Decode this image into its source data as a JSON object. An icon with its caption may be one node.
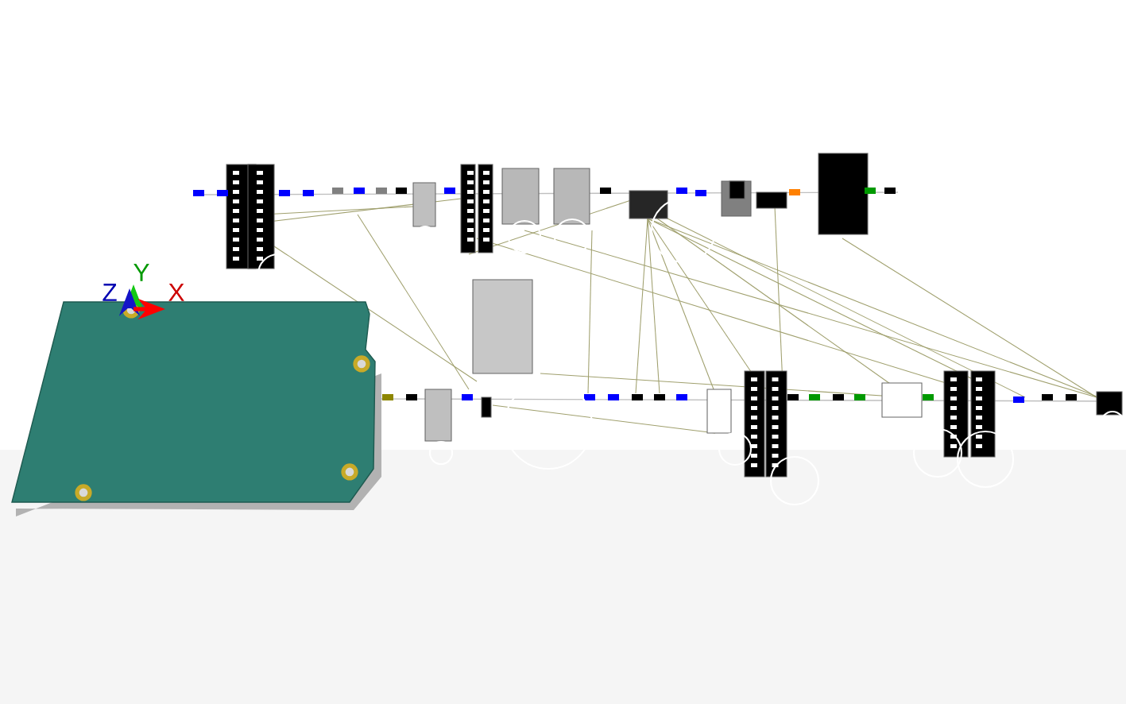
{
  "diagram": {
    "labels": [
      "Y",
      "Z",
      "X"
    ]
  }
}
